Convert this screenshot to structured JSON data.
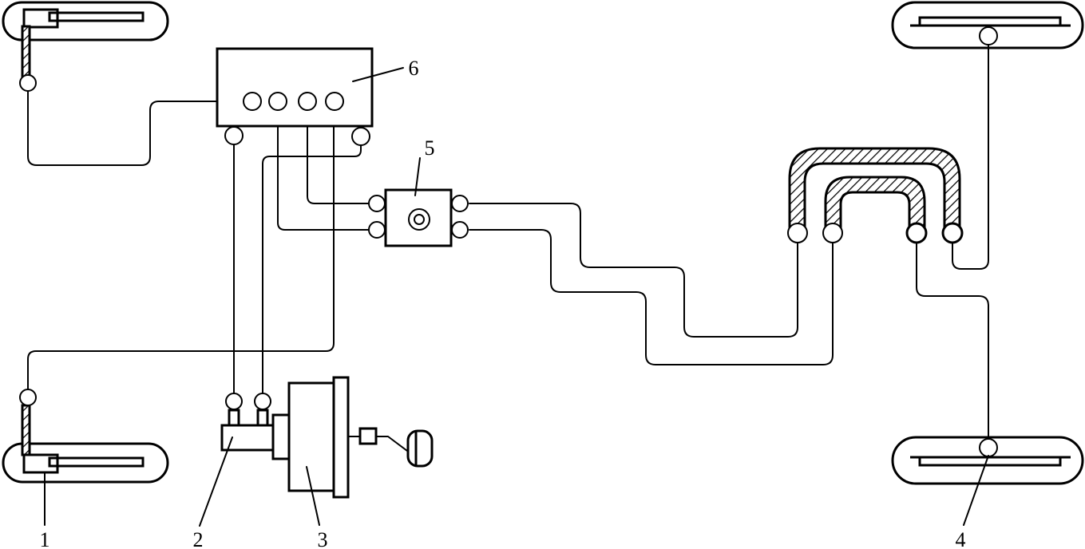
{
  "labels": {
    "wheel_speed_sensor": "1",
    "brake_master_cylinder": "2",
    "vacuum_booster": "3",
    "rear_wheel_sensor": "4",
    "load_sensing_valve": "5",
    "abs_hydraulic_modulator": "6"
  }
}
